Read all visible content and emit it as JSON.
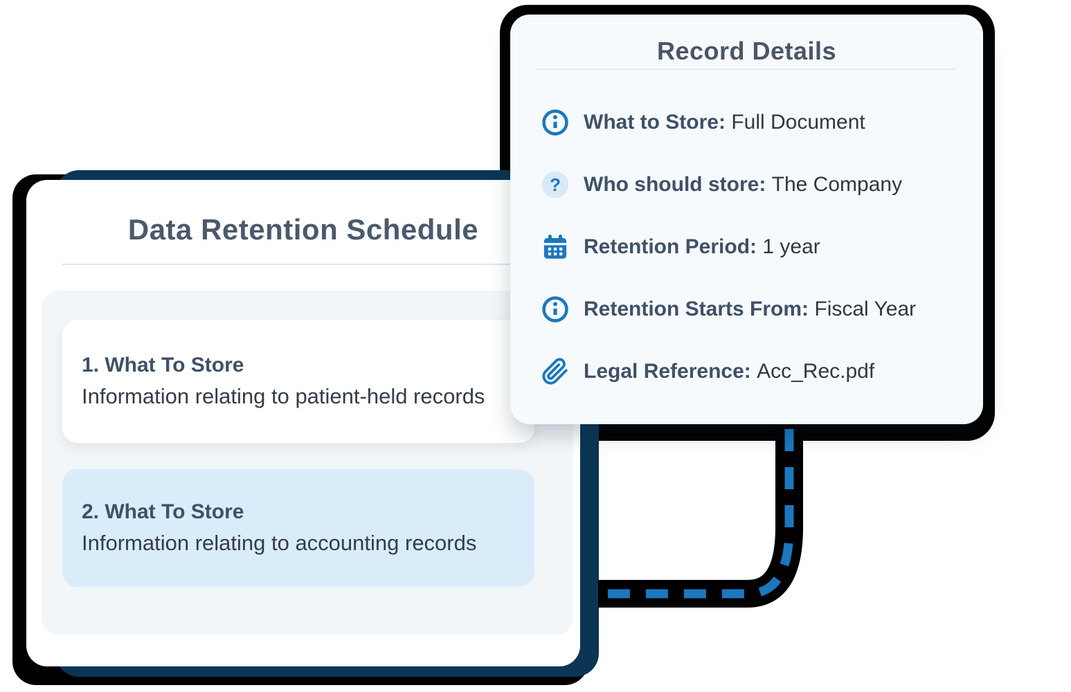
{
  "colors": {
    "accent_blue": "#1b78be",
    "navy_border": "#0b3554",
    "outline_black": "#000000",
    "details_card_bg": "#f7fafc",
    "highlight_row_bg": "#d9ecfa",
    "panel_bg": "#f3f6f9",
    "title_color": "#4b5a6b"
  },
  "schedule_card": {
    "title": "Data Retention Schedule",
    "items": [
      {
        "label": "1. What To Store",
        "description": "Information relating to patient-held records",
        "highlighted": false
      },
      {
        "label": "2. What To Store",
        "description": "Information relating to accounting records",
        "highlighted": true
      }
    ]
  },
  "details_card": {
    "title": "Record Details",
    "rows": [
      {
        "icon": "info-circle-icon",
        "label": "What to Store:",
        "value": "Full Document"
      },
      {
        "icon": "question-circle-icon",
        "label": "Who should store:",
        "value": "The Company"
      },
      {
        "icon": "calendar-icon",
        "label": "Retention Period:",
        "value": "1 year"
      },
      {
        "icon": "info-circle-icon",
        "label": "Retention Starts From:",
        "value": "Fiscal Year"
      },
      {
        "icon": "paperclip-icon",
        "label": "Legal Reference:",
        "value": "Acc_Rec.pdf"
      }
    ]
  }
}
